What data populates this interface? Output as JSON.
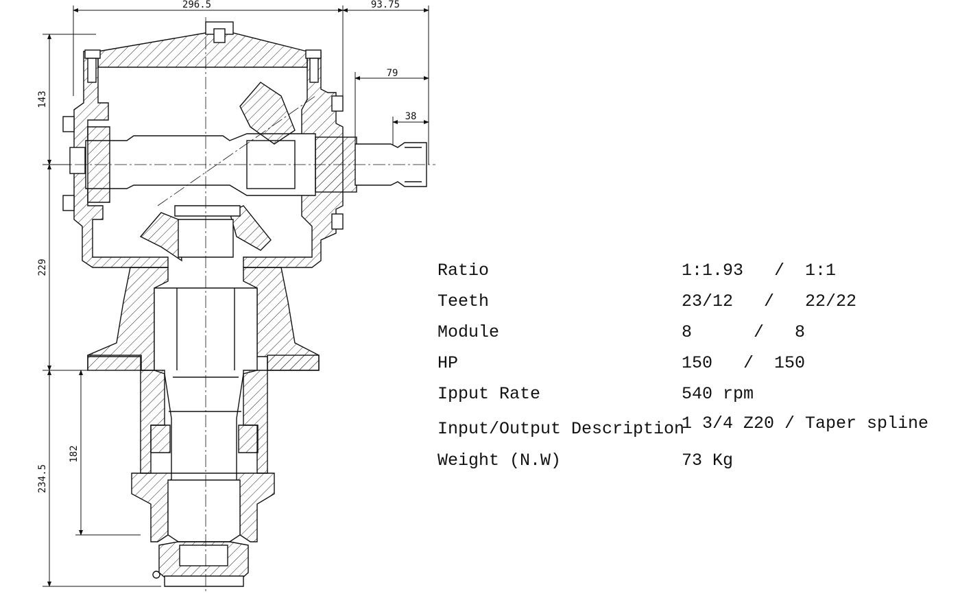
{
  "dimensions": {
    "top_width": "296.5",
    "top_right_offset": "93.75",
    "shaft_length": "79",
    "spline_length": "38",
    "upper_height": "143",
    "middle_height": "229",
    "lower_height": "234.5",
    "lower_inner_height": "182"
  },
  "specs": [
    {
      "label": "Ratio",
      "value": "1:1.93   /  1:1"
    },
    {
      "label": "Teeth",
      "value": "23/12   /   22/22"
    },
    {
      "label": "Module",
      "value": "8      /   8"
    },
    {
      "label": "HP",
      "value": "150   /  150"
    },
    {
      "label": "Ipput Rate",
      "value": "540 rpm"
    },
    {
      "label": "Input/Output Description",
      "value": "1 3/4 Z20 / Taper spline"
    },
    {
      "label": "Weight (N.W)",
      "value": "73 Kg"
    }
  ],
  "colors": {
    "line": "#111111",
    "background": "#ffffff"
  }
}
